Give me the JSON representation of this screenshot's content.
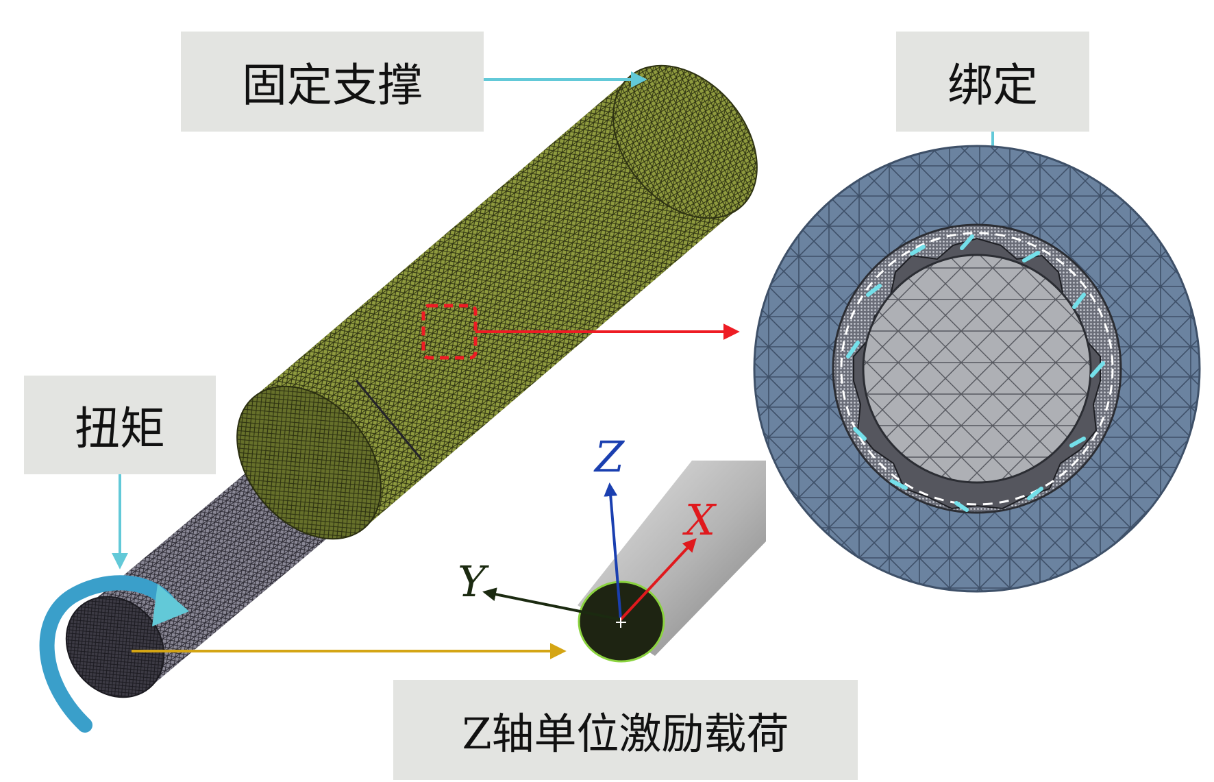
{
  "labels": {
    "fixed_support": "固定支撑",
    "bonded": "绑定",
    "torque": "扭矩",
    "unit_load": "Z轴单位激励载荷"
  },
  "axes": {
    "x": "X",
    "y": "Y",
    "z": "Z"
  },
  "colors": {
    "label_box": "#e3e4e1",
    "callout_cyan": "#62c9d8",
    "callout_red": "#ee1c24",
    "callout_gold": "#d4a514",
    "outer_sleeve": "#6f7a2c",
    "shaft": "#5c5a66",
    "disc_outer": "#5f7894",
    "disc_inner": "#a9abb0",
    "axis_x": "#e0191d",
    "axis_y": "#1b2a10",
    "axis_z": "#1a3fb0"
  }
}
